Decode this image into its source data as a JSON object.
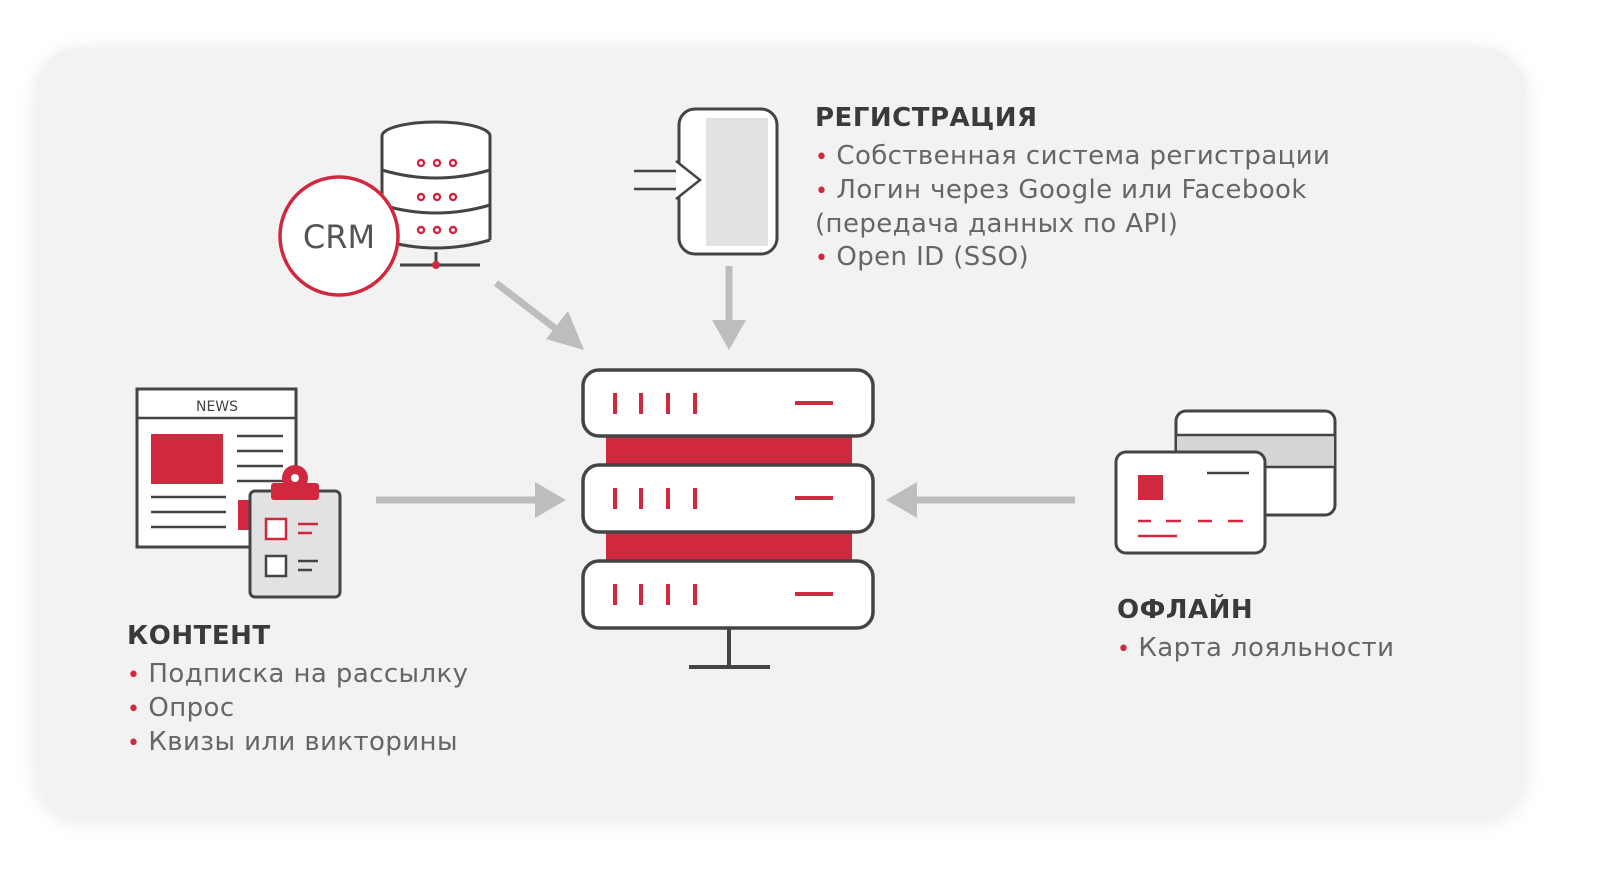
{
  "colors": {
    "accent": "#d0283e",
    "stroke": "#444444",
    "arrow": "#bdbdbd",
    "card": "#f2f2f2",
    "heading": "#3a3a3a",
    "text": "#666666"
  },
  "icons": {
    "crm_badge": "CRM",
    "news_header": "NEWS"
  },
  "registration": {
    "heading": "РЕГИСТРАЦИЯ",
    "lines": [
      {
        "bullet": "•",
        "text": "Собственная система регистрации"
      },
      {
        "bullet": "•",
        "text": "Логин через Google или Facebook"
      },
      {
        "bullet": "",
        "text": "(передача данных по API)"
      },
      {
        "bullet": "•",
        "text": "Open ID (SSO)"
      }
    ]
  },
  "content": {
    "heading": "КОНТЕНТ",
    "lines": [
      {
        "bullet": "•",
        "text": "Подписка на рассылку"
      },
      {
        "bullet": "•",
        "text": "Опрос"
      },
      {
        "bullet": "•",
        "text": "Квизы или викторины"
      }
    ]
  },
  "offline": {
    "heading": "ОФЛАЙН",
    "lines": [
      {
        "bullet": "•",
        "text": "Карта лояльности"
      }
    ]
  }
}
